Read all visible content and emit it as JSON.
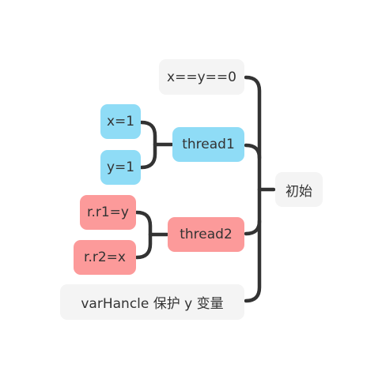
{
  "mindmap": {
    "root": {
      "label": "初始"
    },
    "branches": [
      {
        "label": "x==y==0",
        "color": "gray"
      },
      {
        "label": "thread1",
        "color": "#8fdcf6",
        "children": [
          {
            "label": "x=1"
          },
          {
            "label": "y=1"
          }
        ]
      },
      {
        "label": "thread2",
        "color": "#fc9a9a",
        "children": [
          {
            "label": "r.r1=y"
          },
          {
            "label": "r.r2=x"
          }
        ]
      },
      {
        "label": "varHancle 保护 y 变量",
        "color": "gray"
      }
    ]
  },
  "colors": {
    "connector": "#333333",
    "node_gray": "#f4f4f4",
    "node_blue": "#8fdcf6",
    "node_red": "#fc9a9a",
    "text": "#333333"
  }
}
